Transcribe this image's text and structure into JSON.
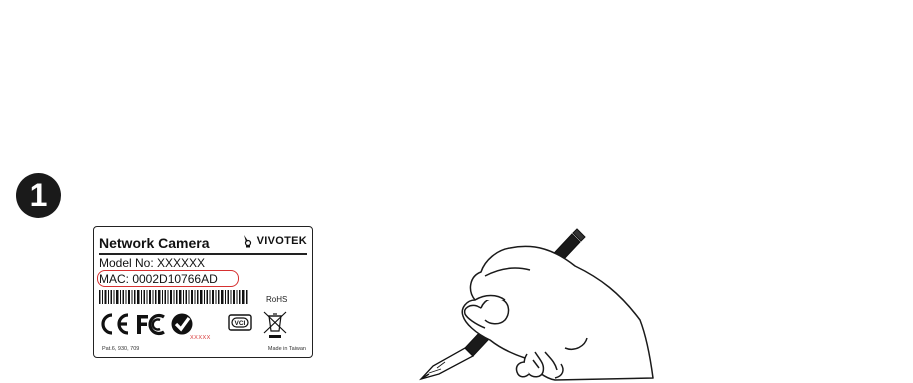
{
  "step": {
    "number": "1"
  },
  "label": {
    "product_name": "Network Camera",
    "brand": "VIVOTEK",
    "model_line": "Model No: XXXXXX",
    "mac_line": "MAC: 0002D10766AD",
    "rohs": "RoHS",
    "cert_placeholder": "XXXXX",
    "patent": "Pat.6, 930, 709",
    "origin": "Made in Taiwan"
  },
  "colors": {
    "highlight": "#d63030",
    "ink": "#111111",
    "skin": "#ffffff",
    "pen": "#1a1a1a"
  },
  "icons": {
    "step": "number-one-badge",
    "brand": "vivotek-logo-icon",
    "ce": "ce-mark-icon",
    "fcc": "fcc-mark-icon",
    "ctick": "c-tick-mark-icon",
    "vcci": "vcci-mark-icon",
    "weee": "weee-crossed-bin-icon",
    "hand": "hand-writing-with-pen-illustration"
  }
}
